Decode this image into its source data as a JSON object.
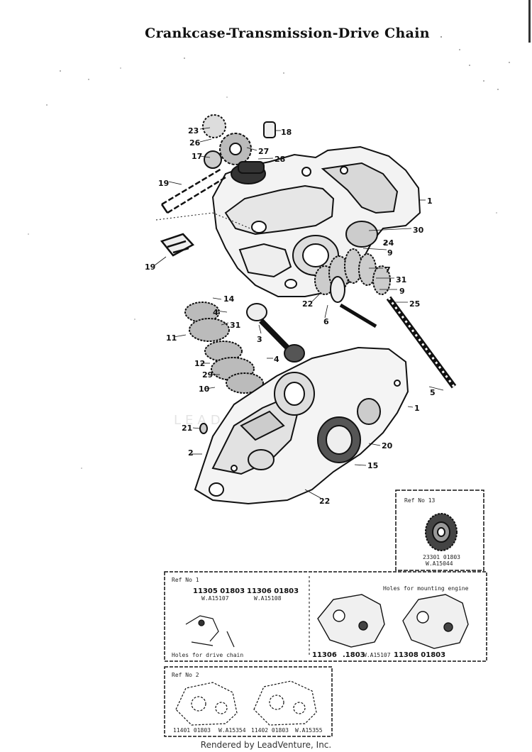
{
  "title": "Crankcase-Transmission-Drive Chain",
  "footer": "Rendered by LeadVenture, Inc.",
  "watermark": "LEAD",
  "callouts": [
    {
      "label": "23"
    },
    {
      "label": "26"
    },
    {
      "label": "17"
    },
    {
      "label": "18"
    },
    {
      "label": "27"
    },
    {
      "label": "28"
    },
    {
      "label": "19"
    },
    {
      "label": "1"
    },
    {
      "label": "19"
    },
    {
      "label": "30"
    },
    {
      "label": "24"
    },
    {
      "label": "9"
    },
    {
      "label": "7"
    },
    {
      "label": "31"
    },
    {
      "label": "9"
    },
    {
      "label": "22"
    },
    {
      "label": "6"
    },
    {
      "label": "25"
    },
    {
      "label": "14"
    },
    {
      "label": "4"
    },
    {
      "label": "31"
    },
    {
      "label": "11"
    },
    {
      "label": "3"
    },
    {
      "label": "12"
    },
    {
      "label": "29"
    },
    {
      "label": "10"
    },
    {
      "label": "4"
    },
    {
      "label": "5"
    },
    {
      "label": "1"
    },
    {
      "label": "21"
    },
    {
      "label": "20"
    },
    {
      "label": "2"
    },
    {
      "label": "15"
    },
    {
      "label": "22"
    }
  ],
  "inset_ref13": {
    "header": "Ref  No  13",
    "part": "23301  01803",
    "sub": "W.A15044"
  },
  "inset_ref1": {
    "header": "Ref  No  1",
    "part_a": "11305   01803",
    "part_a_sub": "W.A15107",
    "part_b": "11306   01803",
    "part_b_sub": "W.A15108",
    "note_left": "Holes for drive chain",
    "note_right": "Holes for mounting engine",
    "bottom_a": "11306",
    "bottom_b": ".1803",
    "bottom_b_sub": "W.A15107",
    "bottom_c": "11308   01803"
  },
  "inset_ref2": {
    "header": "Ref  No  2",
    "part_a": "11401  01803",
    "part_a_sub": "W.A15354",
    "part_b": "11402  01803",
    "part_b_sub": "W.A15355"
  }
}
